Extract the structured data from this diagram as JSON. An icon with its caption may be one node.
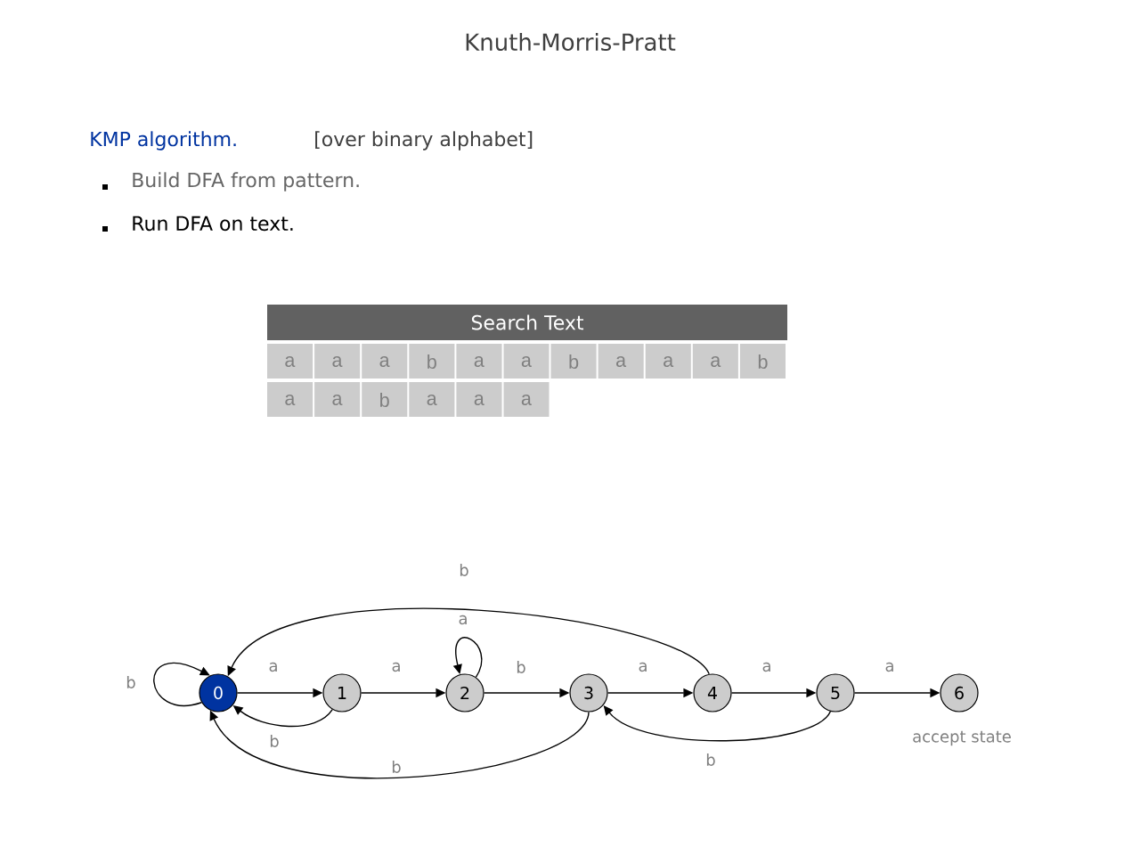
{
  "diagram": {
    "title": "Knuth-Morris-Pratt",
    "nodes": [
      {
        "text": [
          "0"
        ]
      },
      {
        "text": [
          "1"
        ]
      },
      {
        "text": [
          "2"
        ]
      },
      {
        "text": [
          "3"
        ]
      },
      {
        "text": [
          "4"
        ]
      },
      {
        "text": [
          "5"
        ]
      },
      {
        "text": [
          "6"
        ],
        "beside": [
          "accept state"
        ]
      }
    ],
    "edges": [
      {
        "from": 0,
        "to": 0,
        "arrow": "to",
        "label": "b"
      },
      {
        "from": 0,
        "to": 1,
        "arrow": "to",
        "label": "a"
      },
      {
        "from": 1,
        "to": 0,
        "arrow": "to",
        "label": "b"
      },
      {
        "from": 1,
        "to": 2,
        "arrow": "to",
        "label": "a"
      },
      {
        "from": 2,
        "to": 2,
        "arrow": "to",
        "label": "a"
      },
      {
        "from": 2,
        "to": 3,
        "arrow": "to",
        "label": "b"
      },
      {
        "from": 3,
        "to": 0,
        "arrow": "to",
        "label": "b"
      },
      {
        "from": 3,
        "to": 4,
        "arrow": "to",
        "label": "a"
      },
      {
        "from": 4,
        "to": 0,
        "arrow": "to",
        "label": "b"
      },
      {
        "from": 4,
        "to": 5,
        "arrow": "to",
        "label": "a"
      },
      {
        "from": 5,
        "to": 3,
        "arrow": "to",
        "label": "b"
      },
      {
        "from": 5,
        "to": 6,
        "arrow": "to",
        "label": "a"
      }
    ],
    "labels": [
      "KMP algorithm.",
      "[over binary alphabet]",
      "Build DFA from pattern.",
      "Run DFA on text.",
      "Search Text",
      "a",
      "a",
      "a",
      "b",
      "a",
      "a",
      "b",
      "a",
      "a",
      "a",
      "b",
      "a",
      "a",
      "b",
      "a",
      "a",
      "a"
    ]
  }
}
